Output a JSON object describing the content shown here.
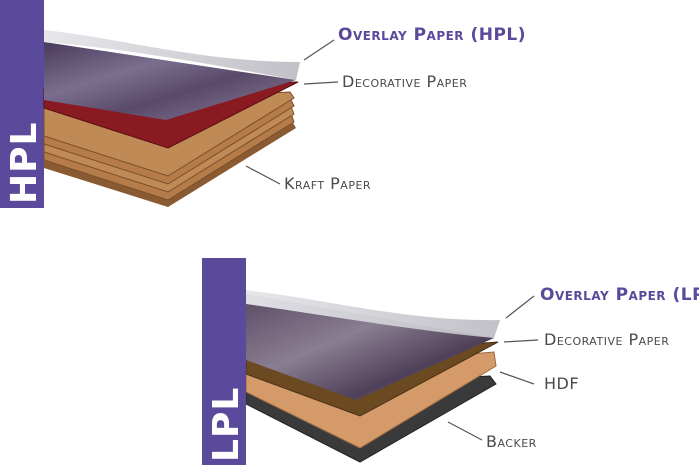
{
  "hpl": {
    "badge": "HPL",
    "labels": {
      "overlay": "Overlay Paper (HPL)",
      "decorative": "Decorative Paper",
      "kraft": "Kraft Paper"
    }
  },
  "lpl": {
    "badge": "LPL",
    "labels": {
      "overlay": "Overlay Paper (LPL)",
      "decorative": "Decorative Paper",
      "hdf": "HDF",
      "backer": "Backer"
    }
  },
  "colors": {
    "badge": "#5b4a9b",
    "primary_text": "#5b4a9b",
    "secondary_text": "#4a4a4a",
    "overlay": "#cfcfd4",
    "decorative_hpl": "#8a1a22",
    "kraft": "#b57c4a",
    "decorative_lpl": "#6b4a22",
    "hdf": "#d49a6a",
    "backer": "#3a3a3a"
  }
}
